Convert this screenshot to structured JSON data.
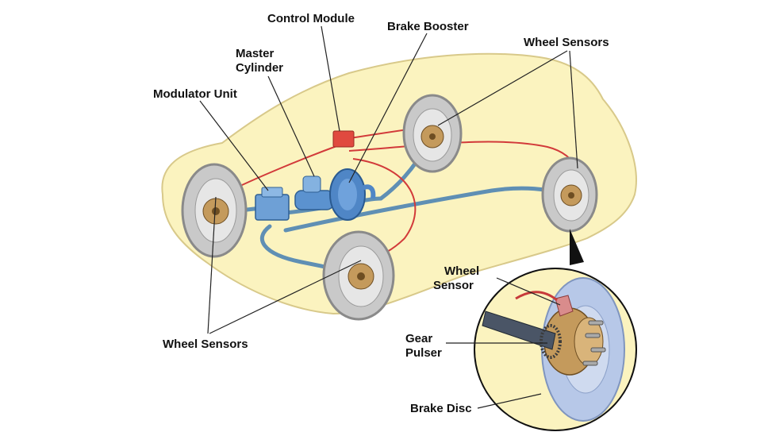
{
  "labels": {
    "control_module": "Control Module",
    "brake_booster": "Brake Booster",
    "wheel_sensors_top": "Wheel Sensors",
    "master_cylinder_1": "Master",
    "master_cylinder_2": "Cylinder",
    "modulator_unit": "Modulator Unit",
    "wheel_sensors_bottom": "Wheel Sensors",
    "inset_wheel_sensor_1": "Wheel",
    "inset_wheel_sensor_2": "Sensor",
    "gear_pulser_1": "Gear",
    "gear_pulser_2": "Pulser",
    "brake_disc": "Brake Disc"
  },
  "colors": {
    "car_body": "#fbf3bf",
    "car_outline": "#d8c98a",
    "tire": "#c9c9c9",
    "tire_dark": "#8a8a8a",
    "hub": "#c49a5c",
    "brake_line": "#5f8fb4",
    "sensor_wire": "#d23a3a",
    "module": "#e04a3f",
    "booster": "#4f86c6",
    "disc": "#b7c8e8",
    "leader": "#222222"
  }
}
